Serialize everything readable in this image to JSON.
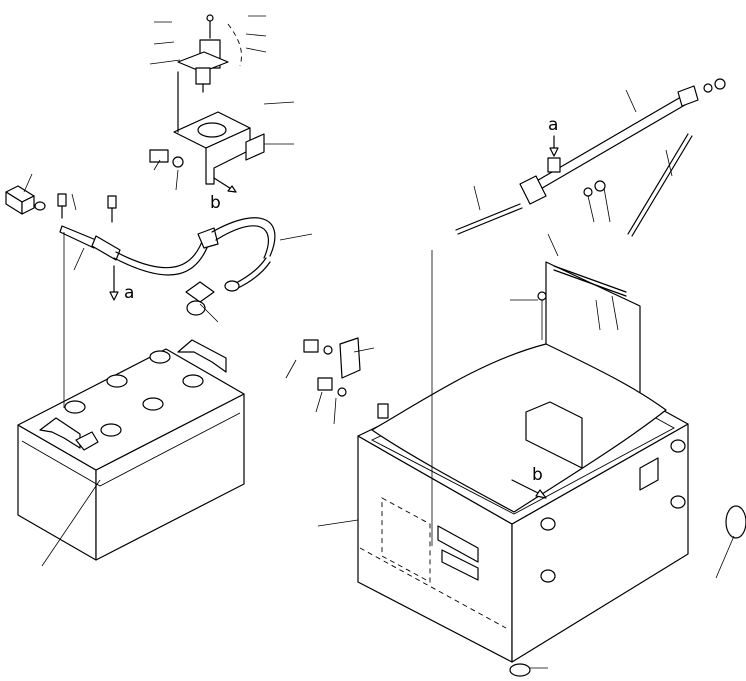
{
  "figure": {
    "labels": {
      "a_top": "a",
      "a_cable": "a",
      "b_bracket": "b",
      "b_box": "b"
    }
  }
}
